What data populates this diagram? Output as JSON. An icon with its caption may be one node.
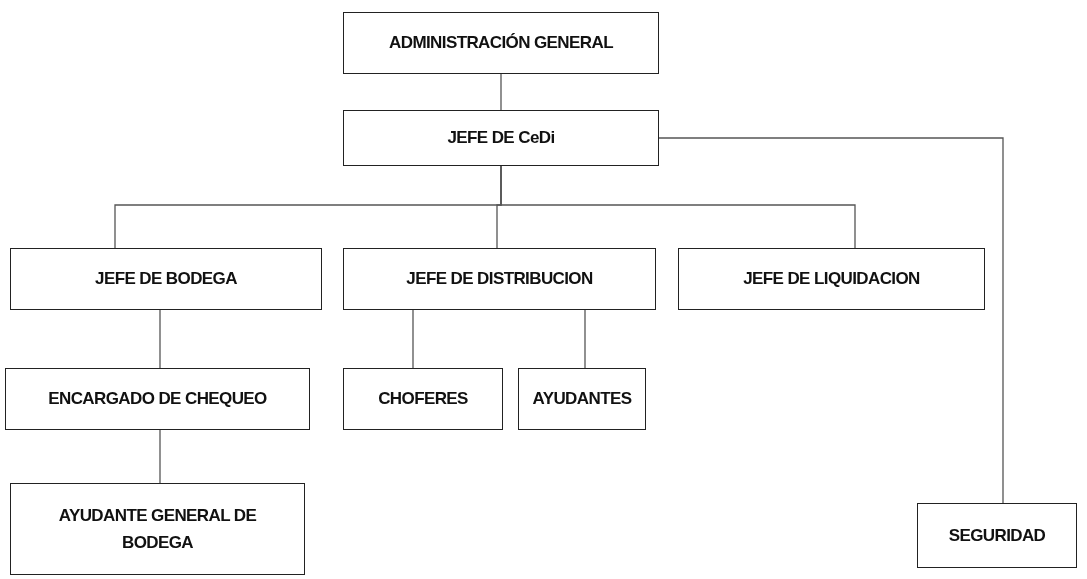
{
  "diagram": {
    "nodes": [
      {
        "text": [
          "ADMINISTRACIÓN GENERAL"
        ]
      },
      {
        "text": [
          "JEFE DE CeDi"
        ]
      },
      {
        "text": [
          "JEFE DE BODEGA"
        ]
      },
      {
        "text": [
          "JEFE DE DISTRIBUCION"
        ]
      },
      {
        "text": [
          "JEFE DE LIQUIDACION"
        ]
      },
      {
        "text": [
          "ENCARGADO DE CHEQUEO"
        ]
      },
      {
        "text": [
          "CHOFERES"
        ]
      },
      {
        "text": [
          "AYUDANTES"
        ]
      },
      {
        "text": [
          "AYUDANTE GENERAL DE BODEGA"
        ]
      },
      {
        "text": [
          "SEGURIDAD"
        ]
      }
    ],
    "edges": [
      {
        "from": 0,
        "to": 1,
        "arrow": "none"
      },
      {
        "from": 1,
        "to": 2,
        "arrow": "none"
      },
      {
        "from": 1,
        "to": 3,
        "arrow": "none"
      },
      {
        "from": 1,
        "to": 4,
        "arrow": "none"
      },
      {
        "from": 1,
        "to": 9,
        "arrow": "none"
      },
      {
        "from": 2,
        "to": 5,
        "arrow": "none"
      },
      {
        "from": 3,
        "to": 6,
        "arrow": "none"
      },
      {
        "from": 3,
        "to": 7,
        "arrow": "none"
      },
      {
        "from": 5,
        "to": 8,
        "arrow": "none"
      }
    ]
  }
}
